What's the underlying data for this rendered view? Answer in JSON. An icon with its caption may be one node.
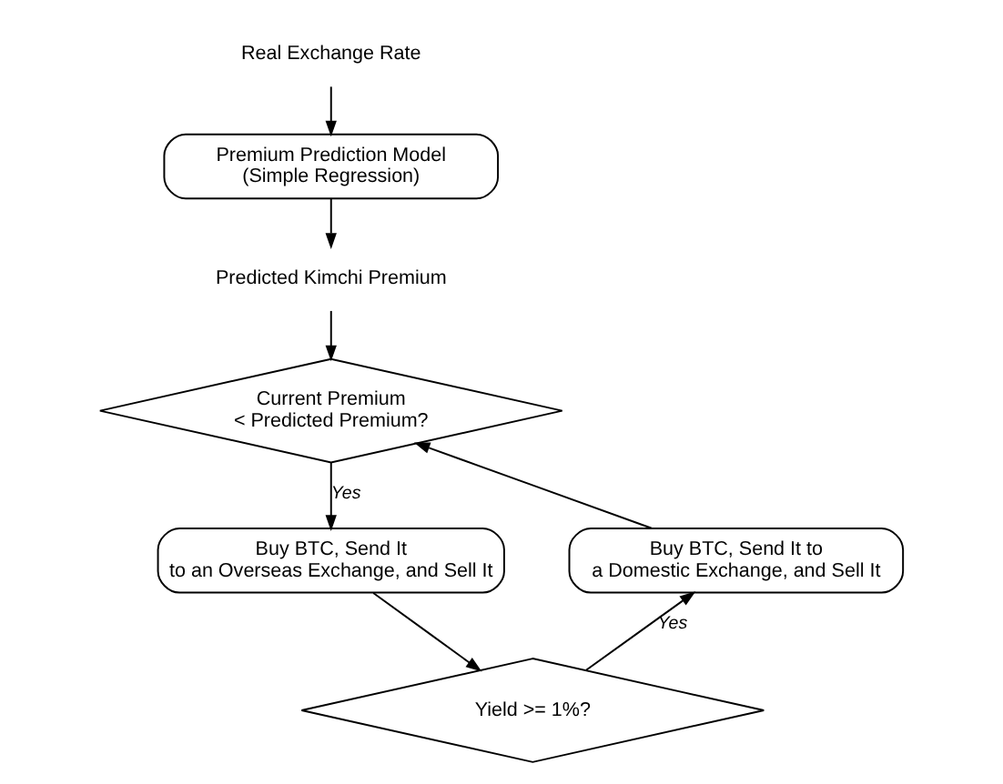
{
  "diagram": {
    "nodes": [
      {
        "text": [
          "Real Exchange Rate"
        ]
      },
      {
        "text": [
          "Premium Prediction Model (Simple Regression)"
        ]
      },
      {
        "text": [
          "Predicted Kimchi Premium"
        ]
      },
      {
        "text": [
          "Current Premium < Predicted Premium?"
        ]
      },
      {
        "text": [
          "Buy BTC, Send It to an Overseas Exchange, and Sell It"
        ]
      },
      {
        "text": [
          "Buy BTC, Send It to a Domestic Exchange, and Sell It"
        ]
      },
      {
        "text": [
          "Yield >= 1%?"
        ]
      }
    ],
    "edges": [
      {
        "from": 0,
        "to": 1,
        "arrow": "to"
      },
      {
        "from": 1,
        "to": 2,
        "arrow": "to"
      },
      {
        "from": 2,
        "to": 3,
        "arrow": "to"
      },
      {
        "from": 3,
        "to": 4,
        "arrow": "to",
        "label": "Yes"
      },
      {
        "from": 4,
        "to": 6,
        "arrow": "to"
      },
      {
        "from": 6,
        "to": 5,
        "arrow": "to",
        "label": "Yes"
      },
      {
        "from": 5,
        "to": 3,
        "arrow": "to"
      }
    ]
  }
}
